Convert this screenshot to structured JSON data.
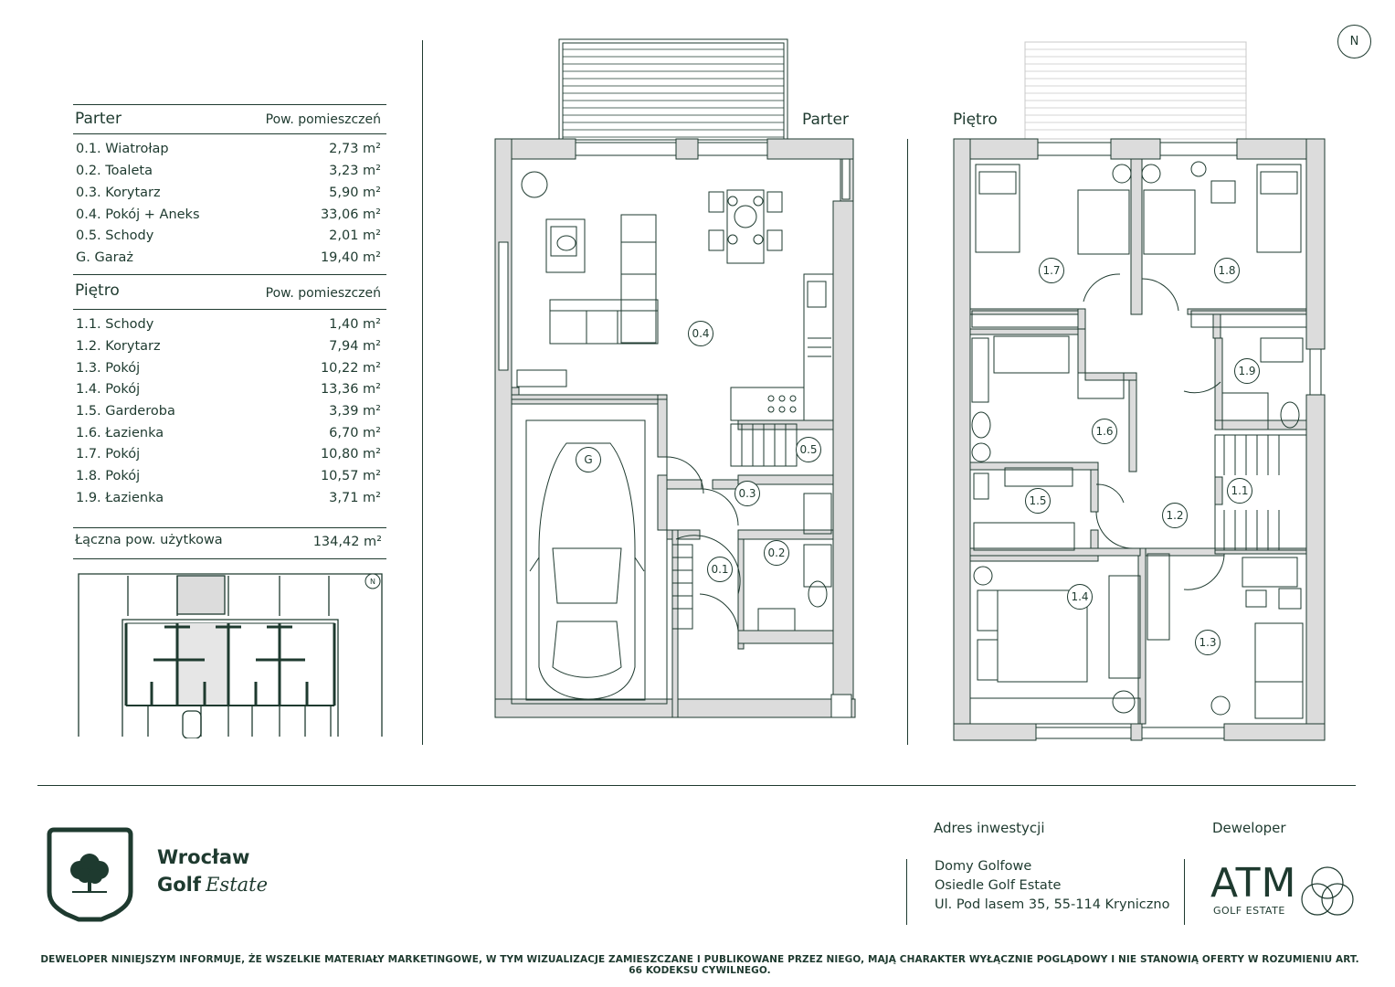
{
  "parter": {
    "title": "Parter",
    "col_header": "Pow. pomieszczeń",
    "rooms": [
      {
        "name": "0.1. Wiatrołap",
        "area": "2,73 m²"
      },
      {
        "name": "0.2. Toaleta",
        "area": "3,23 m²"
      },
      {
        "name": "0.3. Korytarz",
        "area": "5,90 m²"
      },
      {
        "name": "0.4. Pokój + Aneks",
        "area": "33,06 m²"
      },
      {
        "name": "0.5. Schody",
        "area": "2,01 m²"
      },
      {
        "name": "G. Garaż",
        "area": "19,40 m²"
      }
    ]
  },
  "pietro": {
    "title": "Piętro",
    "col_header": "Pow. pomieszczeń",
    "rooms": [
      {
        "name": "1.1. Schody",
        "area": "1,40 m²"
      },
      {
        "name": "1.2. Korytarz",
        "area": "7,94 m²"
      },
      {
        "name": "1.3. Pokój",
        "area": "10,22 m²"
      },
      {
        "name": "1.4. Pokój",
        "area": "13,36 m²"
      },
      {
        "name": "1.5. Garderoba",
        "area": "3,39 m²"
      },
      {
        "name": "1.6. Łazienka",
        "area": "6,70 m²"
      },
      {
        "name": "1.7. Pokój",
        "area": "10,80 m²"
      },
      {
        "name": "1.8. Pokój",
        "area": "10,57 m²"
      },
      {
        "name": "1.9. Łazienka",
        "area": "3,71 m²"
      }
    ]
  },
  "total": {
    "label": "Łączna pow. użytkowa",
    "value": "134,42 m²"
  },
  "plans": {
    "ground_label": "Parter",
    "upper_label": "Piętro",
    "north": "N",
    "ground_badges": [
      "0.4",
      "G",
      "0.5",
      "0.3",
      "0.2",
      "0.1"
    ],
    "upper_badges": [
      "1.7",
      "1.8",
      "1.9",
      "1.6",
      "1.5",
      "1.1",
      "1.2",
      "1.4",
      "1.3"
    ]
  },
  "footer": {
    "brand_line1": "Wrocław",
    "brand_line2a": "Golf",
    "brand_line2b": "Estate",
    "address_heading": "Adres inwestycji",
    "address_lines": [
      "Domy Golfowe",
      "Osiedle Golf Estate",
      "Ul. Pod lasem 35, 55-114 Kryniczno"
    ],
    "developer_heading": "Deweloper",
    "developer_logo": "ATM",
    "developer_sub": "GOLF ESTATE",
    "disclaimer": "DEWELOPER NINIEJSZYM INFORMUJE, ŻE WSZELKIE MATERIAŁY MARKETINGOWE, W TYM WIZUALIZACJE ZAMIESZCZANE I PUBLIKOWANE PRZEZ NIEGO, MAJĄ CHARAKTER WYŁĄCZNIE POGLĄDOWY I NIE STANOWIĄ OFERTY W ROZUMIENIU ART. 66 KODEKSU CYWILNEGO."
  },
  "colors": {
    "primary": "#1e3a2f",
    "wall": "#dcdcdc",
    "bg": "#ffffff"
  }
}
